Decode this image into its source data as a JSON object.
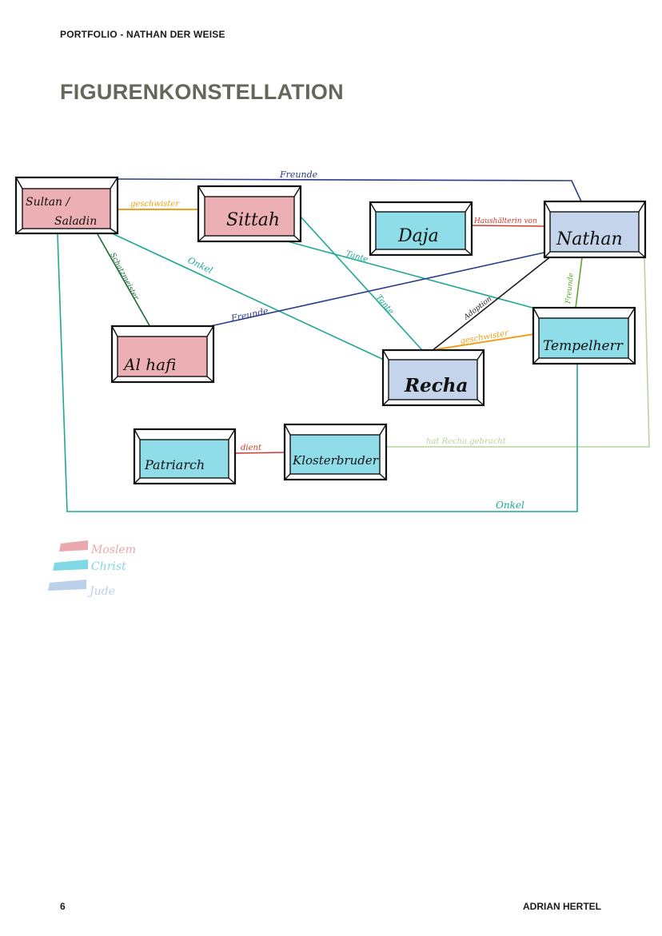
{
  "header": {
    "text": "PORTFOLIO - NATHAN DER WEISE"
  },
  "title": "FIGURENKONSTELLATION",
  "footer": {
    "page": "6",
    "author": "ADRIAN HERTEL"
  },
  "diagram": {
    "nodes": [
      {
        "id": "saladin",
        "lines": [
          "Sultan /",
          "Saladin"
        ],
        "group": "muslim"
      },
      {
        "id": "sittah",
        "lines": [
          "Sittah"
        ],
        "group": "muslim"
      },
      {
        "id": "daja",
        "lines": [
          "Daja"
        ],
        "group": "christ"
      },
      {
        "id": "nathan",
        "lines": [
          "Nathan"
        ],
        "group": "jude"
      },
      {
        "id": "alhafi",
        "lines": [
          "Al hafi"
        ],
        "group": "muslim"
      },
      {
        "id": "recha",
        "lines": [
          "Recha"
        ],
        "group": "jude"
      },
      {
        "id": "tempelherr",
        "lines": [
          "Tempelherr"
        ],
        "group": "christ"
      },
      {
        "id": "patriarch",
        "lines": [
          "Patriarch"
        ],
        "group": "christ"
      },
      {
        "id": "klosterbruder",
        "lines": [
          "Klosterbruder"
        ],
        "group": "christ"
      }
    ],
    "edges": [
      {
        "id": "freunde-top",
        "label": "Freunde",
        "color": "#2a3c8a"
      },
      {
        "id": "geschwister-1",
        "label": "geschwister",
        "color": "#f0a01e"
      },
      {
        "id": "haushaelterin",
        "label": "Haushälterin von",
        "color": "#d43a2a"
      },
      {
        "id": "onkel-1",
        "label": "Onkel",
        "color": "#1ea894"
      },
      {
        "id": "schatzmeister",
        "label": "Schatzmeister",
        "color": "#1e6a3a"
      },
      {
        "id": "tante-1",
        "label": "Tante",
        "color": "#1ea894"
      },
      {
        "id": "tante-2",
        "label": "Tante",
        "color": "#1ea894"
      },
      {
        "id": "freunde-mid",
        "label": "Freunde",
        "color": "#2a3c8a"
      },
      {
        "id": "adoption",
        "label": "Adoption",
        "color": "#1a1a1a"
      },
      {
        "id": "freunde-right",
        "label": "Freunde",
        "color": "#5aaa2a"
      },
      {
        "id": "geschwister-2",
        "label": "geschwister",
        "color": "#f0a01e"
      },
      {
        "id": "dient",
        "label": "dient",
        "color": "#d43a2a"
      },
      {
        "id": "gebracht",
        "label": "hat Recha gebracht",
        "color": "#b8d49a"
      },
      {
        "id": "onkel-2",
        "label": "Onkel",
        "color": "#1ea894"
      }
    ],
    "legend": [
      {
        "label": "Moslem",
        "color": "#e8a8ac"
      },
      {
        "label": "Christ",
        "color": "#7fd8e4"
      },
      {
        "label": "Jude",
        "color": "#bcd0ea"
      }
    ],
    "colors": {
      "muslim": "#ecb0b4",
      "christ": "#8fdde8",
      "jude": "#c4d4ea"
    }
  }
}
